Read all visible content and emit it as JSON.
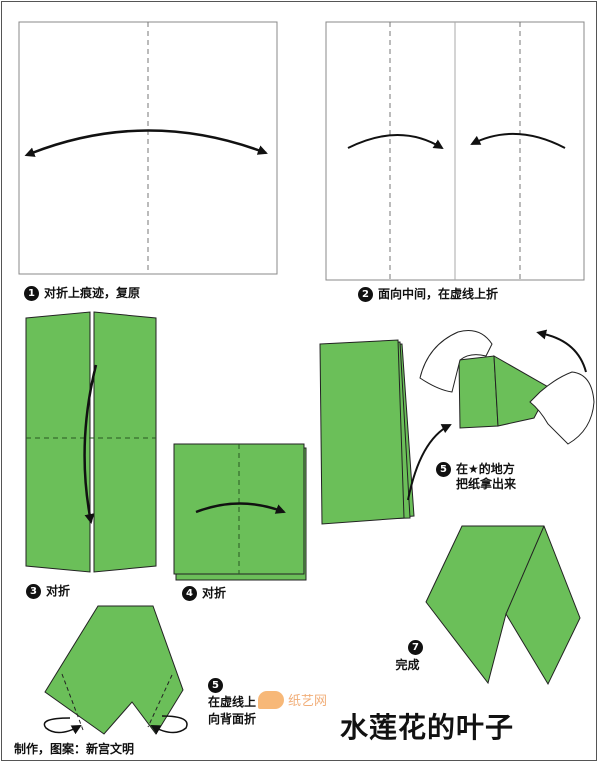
{
  "title": "水莲花的叶子",
  "credit": "制作，图案：新宫文明",
  "watermark": "纸艺网",
  "colors": {
    "paper_green": "#6bbf59",
    "outline": "#222222",
    "square_border": "#888888"
  },
  "steps": [
    {
      "number": "1",
      "lines": [
        "对折上痕迹，复原"
      ]
    },
    {
      "number": "2",
      "lines": [
        "面向中间，在虚线上折"
      ]
    },
    {
      "number": "3",
      "lines": [
        "对折"
      ]
    },
    {
      "number": "4",
      "lines": [
        "对折"
      ]
    },
    {
      "number": "5",
      "lines": [
        "在★的地方",
        "把纸拿出来"
      ]
    },
    {
      "number": "5",
      "lines": [
        "在虚线上",
        "向背面折"
      ]
    },
    {
      "number": "7",
      "lines": [
        "完成"
      ]
    }
  ]
}
